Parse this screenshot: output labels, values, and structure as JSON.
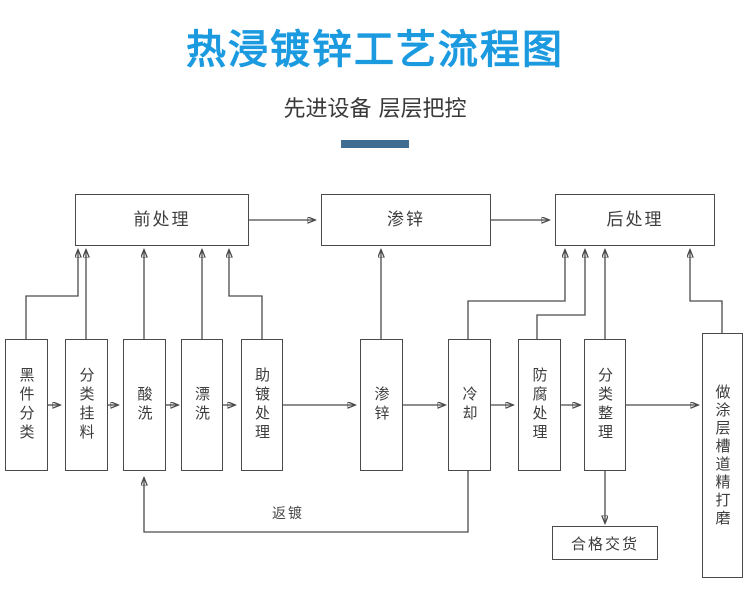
{
  "header": {
    "title": "热浸镀锌工艺流程图",
    "subtitle": "先进设备 层层把控",
    "title_color": "#1b9ae0",
    "subtitle_color": "#3a3a3a",
    "divider_color": "#3f6c91"
  },
  "diagram": {
    "line_color": "#4a4a4a",
    "stage_boxes": [
      {
        "id": "pre-treatment",
        "label": "前处理"
      },
      {
        "id": "zinc-infiltration-stage",
        "label": "渗锌"
      },
      {
        "id": "post-treatment",
        "label": "后处理"
      }
    ],
    "process_boxes": [
      {
        "id": "black-part-sorting",
        "label": "黑件分类"
      },
      {
        "id": "sorting-hanging",
        "label": "分类挂料"
      },
      {
        "id": "pickling",
        "label": "酸洗"
      },
      {
        "id": "rinsing",
        "label": "漂洗"
      },
      {
        "id": "fluxing",
        "label": "助镀处理"
      },
      {
        "id": "zinc-infiltration",
        "label": "渗锌"
      },
      {
        "id": "cooling",
        "label": "冷却"
      },
      {
        "id": "anticorrosion",
        "label": "防腐处理"
      },
      {
        "id": "sorting-finishing",
        "label": "分类整理"
      },
      {
        "id": "coating-groove-grinding",
        "label": "做涂层槽道精打磨"
      }
    ],
    "terminal_boxes": [
      {
        "id": "qualified-delivery",
        "label": "合格交货"
      }
    ],
    "edge_labels": [
      {
        "id": "rework",
        "label": "返镀"
      }
    ]
  }
}
